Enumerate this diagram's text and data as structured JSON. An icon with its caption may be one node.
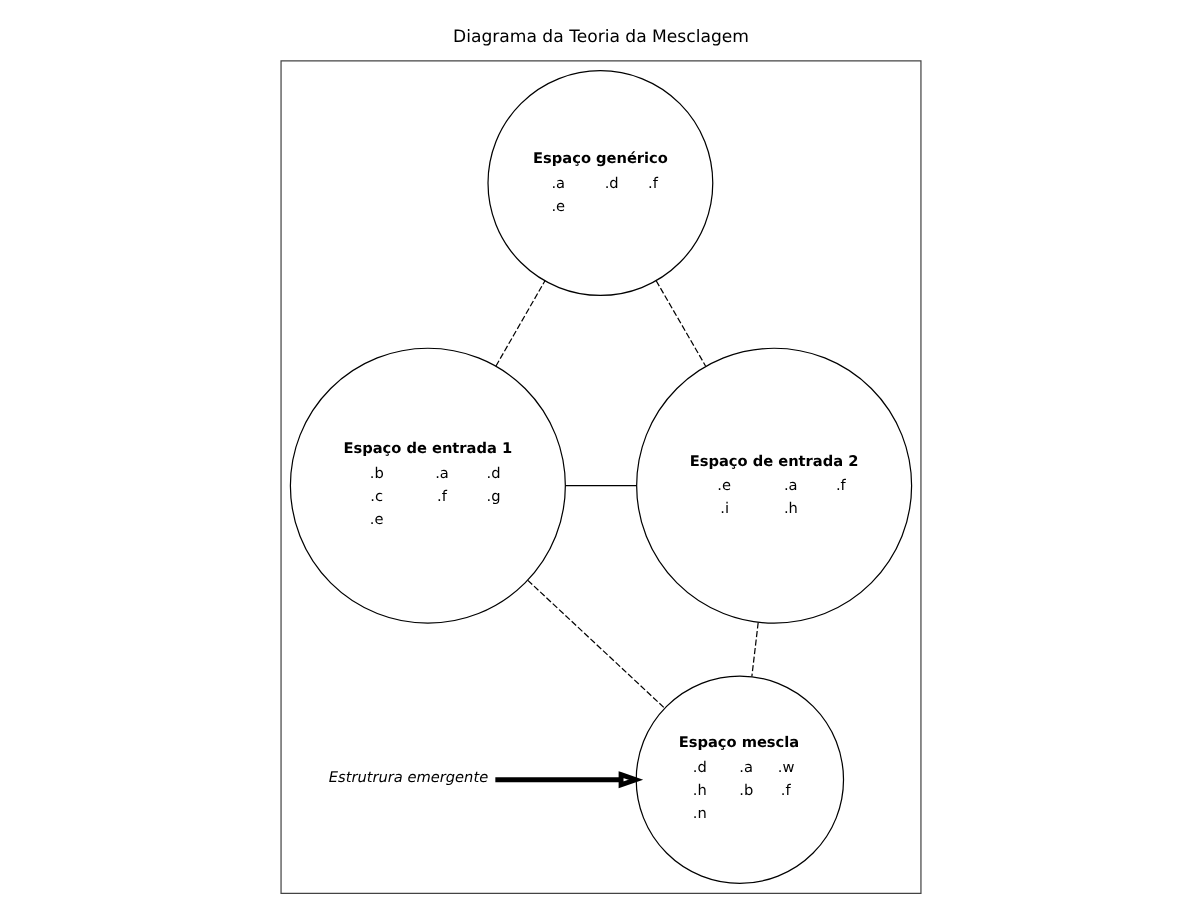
{
  "diagram": {
    "title": "Diagrama da Teoria da Mesclagem",
    "nodes": [
      {
        "text": [],
        "shape": "box"
      },
      {
        "text": [
          "Espaço genérico",
          ".a",
          ".d",
          ".f",
          ".e"
        ],
        "in": 0
      },
      {
        "text": [
          "Espaço de entrada 1",
          ".b",
          ".a",
          ".d",
          ".c",
          ".f",
          ".g",
          ".e"
        ],
        "in": 0
      },
      {
        "text": [
          "Espaço de entrada 2",
          ".e",
          ".a",
          ".f",
          ".i",
          ".h"
        ],
        "in": 0
      },
      {
        "text": [
          "Espaço mescla",
          ".d",
          ".a",
          ".w",
          ".h",
          ".b",
          ".f",
          ".n"
        ],
        "in": 0
      },
      {
        "text": [
          "Estrutrura emergente"
        ],
        "in": 0
      }
    ],
    "edges": [
      {
        "from": 2,
        "to": 1,
        "arrow": "none",
        "style": "dashed"
      },
      {
        "from": 1,
        "to": 3,
        "arrow": "none",
        "style": "dashed"
      },
      {
        "from": 2,
        "to": 3,
        "arrow": "none"
      },
      {
        "from": 2,
        "to": 4,
        "arrow": "none",
        "style": "dashed"
      },
      {
        "from": 3,
        "to": 4,
        "arrow": "none",
        "style": "dashed"
      },
      {
        "from": 5,
        "to": 4,
        "arrow": "to",
        "style": "thick"
      }
    ]
  }
}
